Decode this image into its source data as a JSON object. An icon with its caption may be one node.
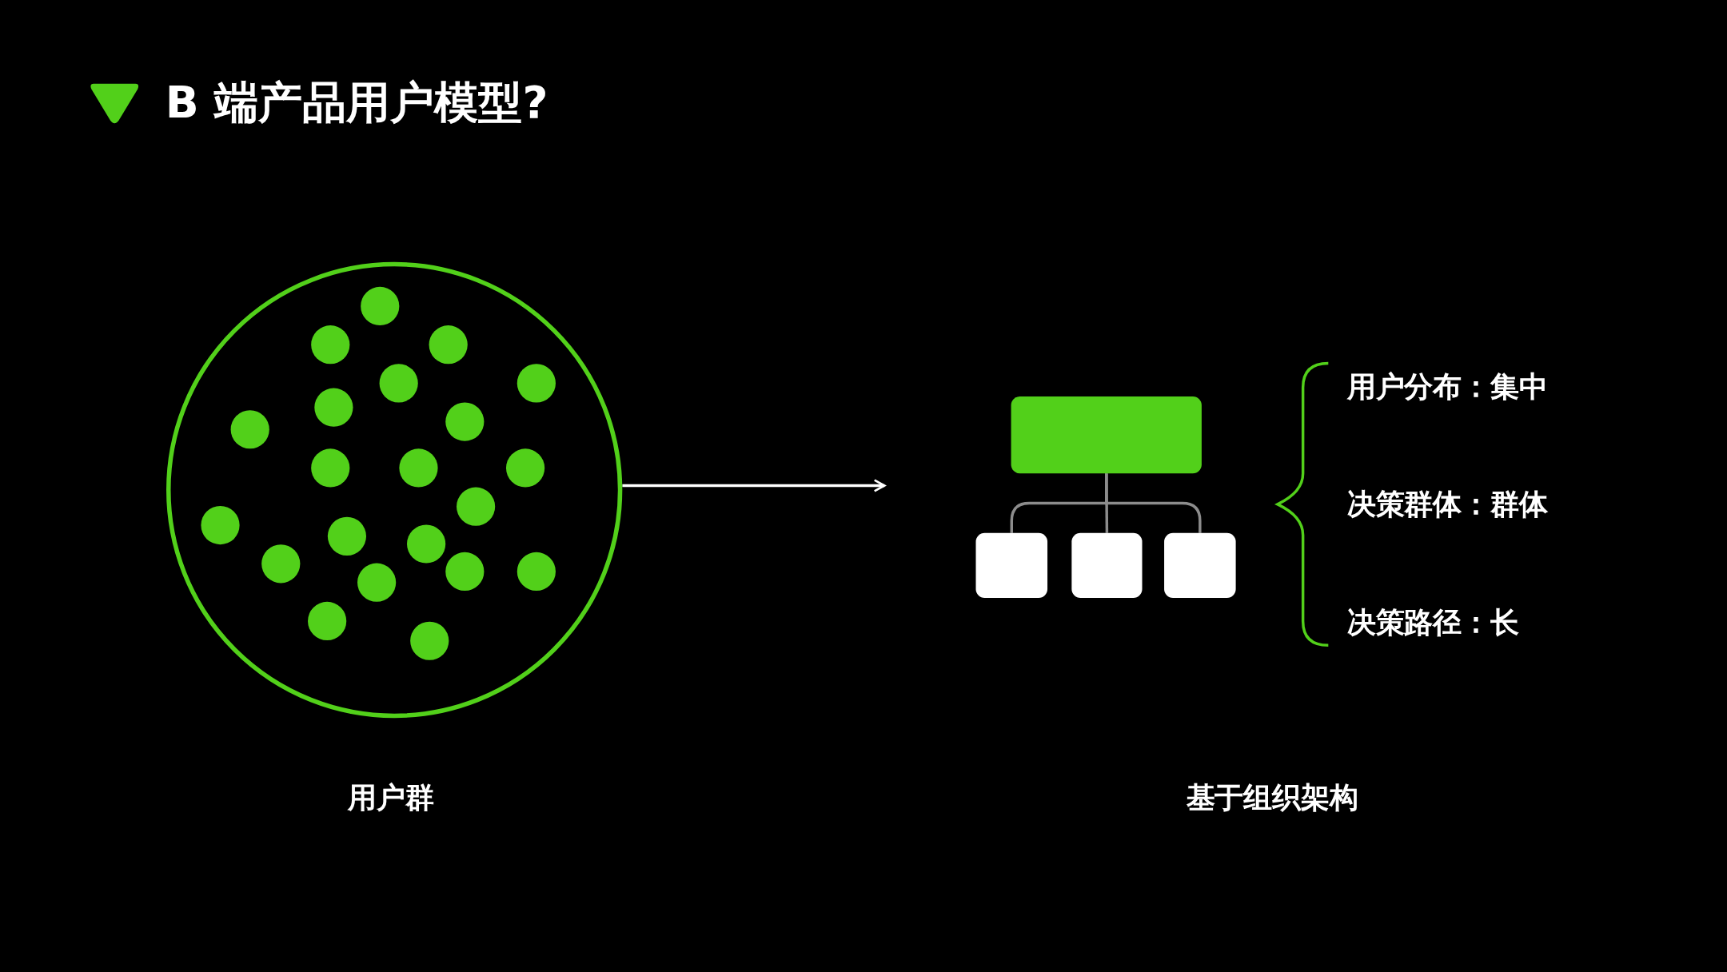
{
  "diagram": {
    "title": "B 端产品用户模型?",
    "nodes": [
      {
        "text": [],
        "shape": "circle"
      },
      {
        "text": [],
        "shape": "box"
      },
      {
        "text": [],
        "shape": "box"
      },
      {
        "text": [],
        "shape": "box"
      },
      {
        "text": [],
        "shape": "box"
      }
    ],
    "edges": [
      {
        "from": 0,
        "to": null,
        "arrow": "to",
        "color": "#ffffff"
      },
      {
        "from": 1,
        "to": 2,
        "arrow": "none"
      },
      {
        "from": 1,
        "to": 3,
        "arrow": "none"
      },
      {
        "from": 1,
        "to": 4,
        "arrow": "none"
      }
    ],
    "labels": [
      "用户群",
      "基于组织架构",
      "用户分布：集中",
      "决策群体：群体",
      "决策路径：长"
    ]
  }
}
